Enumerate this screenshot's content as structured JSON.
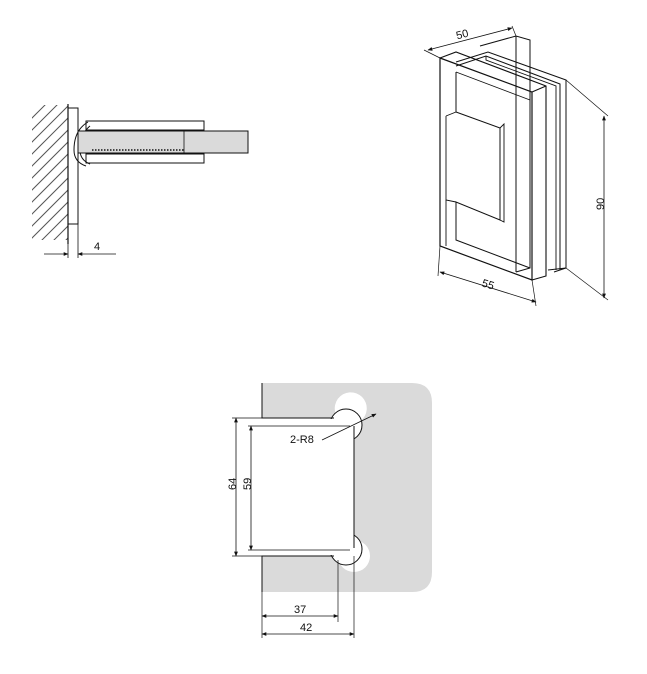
{
  "side_view": {
    "gap_dimension": "4"
  },
  "iso_view": {
    "depth_dimension": "50",
    "height_dimension": "90",
    "width_dimension": "55"
  },
  "cutout_view": {
    "radius_label": "2-R8",
    "outer_height": "64",
    "inner_height": "59",
    "notch_width": "37",
    "total_width": "42"
  },
  "colors": {
    "line": "#111111",
    "glass_fill": "#dadada",
    "hatch": "#555555"
  }
}
